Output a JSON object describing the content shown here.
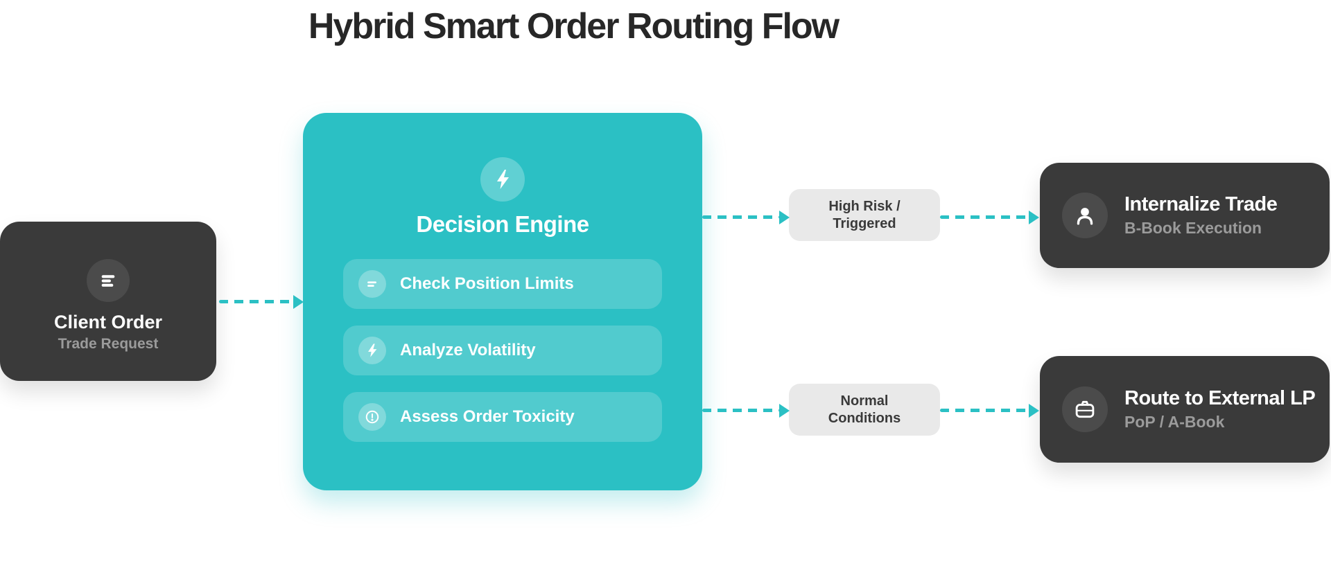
{
  "title": "Hybrid Smart Order Routing Flow",
  "colors": {
    "teal": "#2bc0c4",
    "dark": "#3a3a3a",
    "dark_circle": "#4b4b4b",
    "pill_bg": "#e9e9e9",
    "text_dark": "#272727",
    "subtitle_gray": "#9b9b9b"
  },
  "nodes": {
    "client": {
      "title": "Client Order",
      "subtitle": "Trade Request",
      "icon": "list-lines-icon"
    },
    "engine": {
      "title": "Decision Engine",
      "icon": "lightning-icon",
      "steps": [
        {
          "label": "Check Position Limits",
          "icon": "list-lines-icon"
        },
        {
          "label": "Analyze Volatility",
          "icon": "lightning-icon"
        },
        {
          "label": "Assess Order Toxicity",
          "icon": "alert-circle-icon"
        }
      ]
    },
    "internalize": {
      "title": "Internalize Trade",
      "subtitle": "B-Book Execution",
      "icon": "user-icon"
    },
    "route_external": {
      "title": "Route to External LP",
      "subtitle": "PoP / A-Book",
      "icon": "briefcase-icon"
    }
  },
  "condition_labels": {
    "high_risk": {
      "line1": "High Risk /",
      "line2": "Triggered"
    },
    "normal": {
      "line1": "Normal",
      "line2": "Conditions"
    }
  }
}
